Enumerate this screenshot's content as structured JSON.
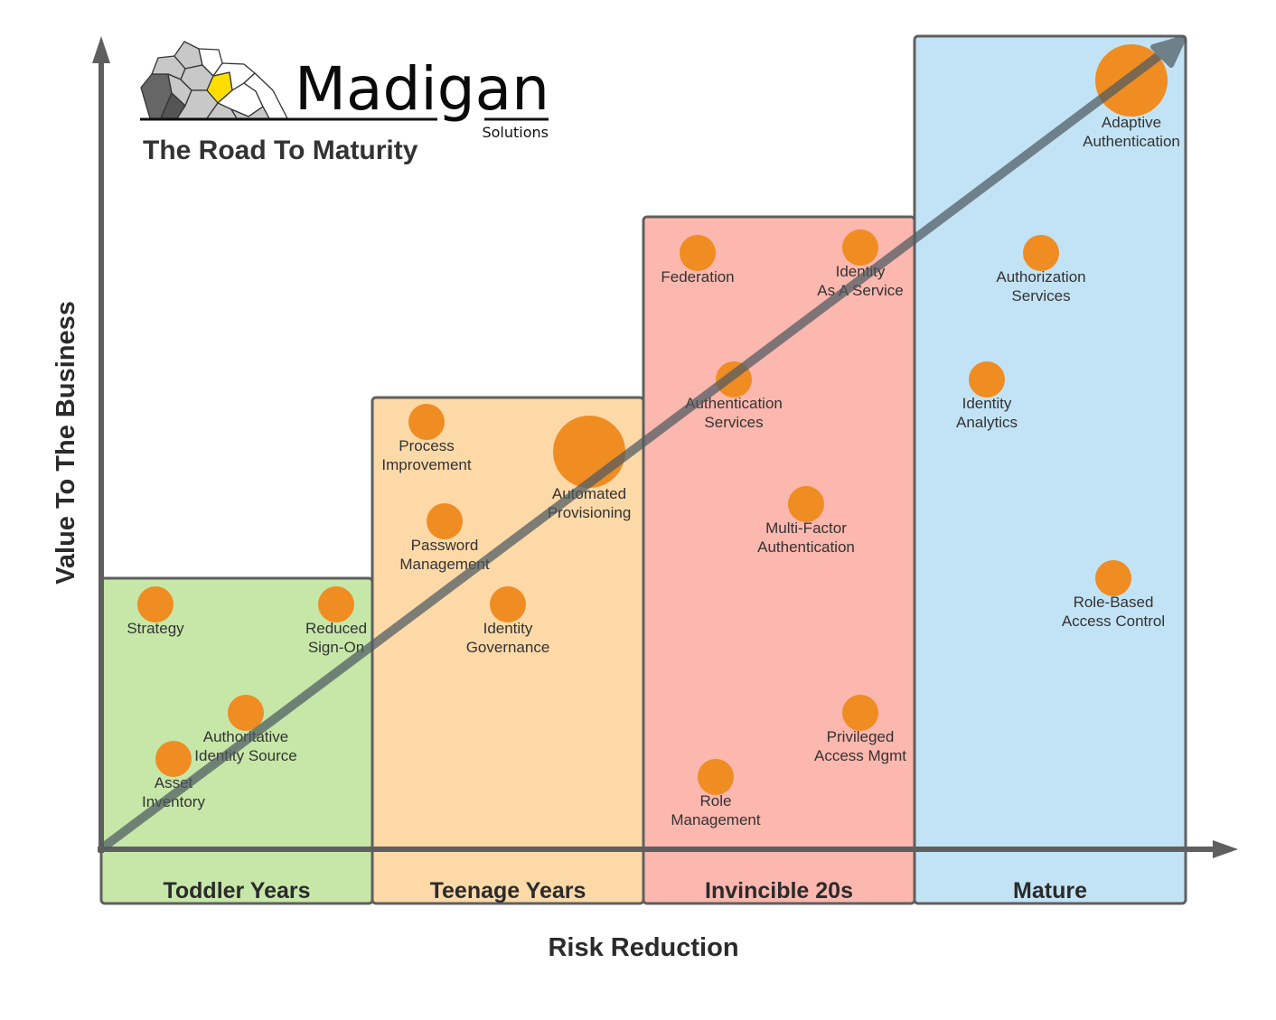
{
  "logo": {
    "brand": "Madigan",
    "sub": "Solutions"
  },
  "title": "The Road To Maturity",
  "axes": {
    "x_label": "Risk Reduction",
    "y_label": "Value To The Business"
  },
  "stages": [
    {
      "name": "Toddler Years",
      "color": "#c7e7a9"
    },
    {
      "name": "Teenage Years",
      "color": "#fdd9a8"
    },
    {
      "name": "Invincible 20s",
      "color": "#fcb7ae"
    },
    {
      "name": "Mature",
      "color": "#c2e3f5"
    }
  ],
  "bubble_color": "#ef8c22",
  "capabilities": [
    {
      "stage": "Toddler Years",
      "lines": [
        "Strategy"
      ]
    },
    {
      "stage": "Toddler Years",
      "lines": [
        "Reduced",
        "Sign-On"
      ]
    },
    {
      "stage": "Toddler Years",
      "lines": [
        "Authoritative",
        "Identity Source"
      ]
    },
    {
      "stage": "Toddler Years",
      "lines": [
        "Asset",
        "Inventory"
      ]
    },
    {
      "stage": "Teenage Years",
      "lines": [
        "Process",
        "Improvement"
      ]
    },
    {
      "stage": "Teenage Years",
      "lines": [
        "Automated",
        "Provisioning"
      ]
    },
    {
      "stage": "Teenage Years",
      "lines": [
        "Password",
        "Management"
      ]
    },
    {
      "stage": "Teenage Years",
      "lines": [
        "Identity",
        "Governance"
      ]
    },
    {
      "stage": "Invincible 20s",
      "lines": [
        "Federation"
      ]
    },
    {
      "stage": "Invincible 20s",
      "lines": [
        "Identity",
        "As A Service"
      ]
    },
    {
      "stage": "Invincible 20s",
      "lines": [
        "Authentication",
        "Services"
      ]
    },
    {
      "stage": "Invincible 20s",
      "lines": [
        "Multi-Factor",
        "Authentication"
      ]
    },
    {
      "stage": "Invincible 20s",
      "lines": [
        "Privileged",
        "Access Mgmt"
      ]
    },
    {
      "stage": "Invincible 20s",
      "lines": [
        "Role",
        "Management"
      ]
    },
    {
      "stage": "Mature",
      "lines": [
        "Adaptive",
        "Authentication"
      ]
    },
    {
      "stage": "Mature",
      "lines": [
        "Authorization",
        "Services"
      ]
    },
    {
      "stage": "Mature",
      "lines": [
        "Identity",
        "Analytics"
      ]
    },
    {
      "stage": "Mature",
      "lines": [
        "Role-Based",
        "Access Control"
      ]
    }
  ]
}
